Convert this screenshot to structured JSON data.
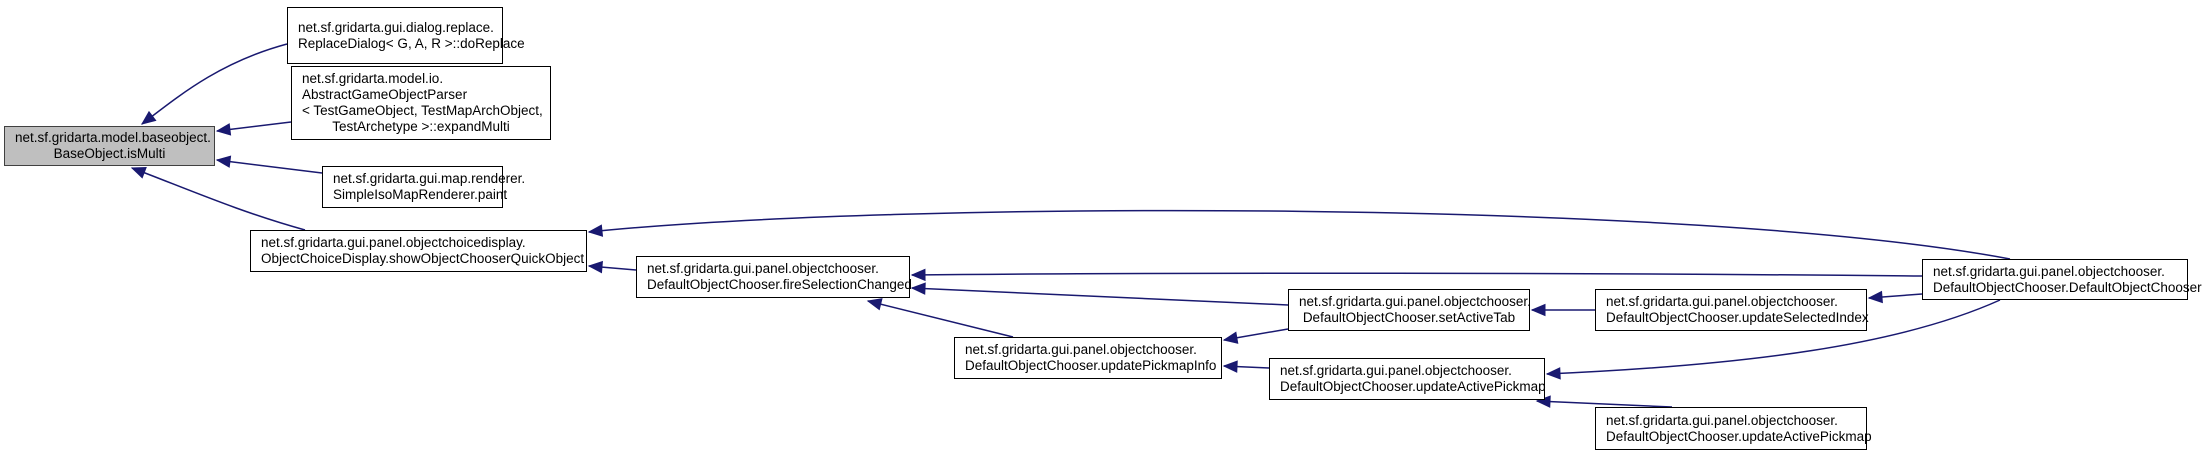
{
  "colors": {
    "edge": "#191970",
    "current_fill": "#bfbfbf"
  },
  "nodes": [
    {
      "id": "isMulti",
      "lines": [
        "net.sf.gridarta.model.baseobject.",
        "BaseObject.isMulti"
      ],
      "current": true
    },
    {
      "id": "doReplace",
      "lines": [
        "net.sf.gridarta.gui.dialog.replace.",
        "ReplaceDialog< G, A, R >::doReplace"
      ]
    },
    {
      "id": "expandMulti",
      "lines": [
        "net.sf.gridarta.model.io.",
        "AbstractGameObjectParser",
        "< TestGameObject, TestMapArchObject,",
        "TestArchetype >::expandMulti"
      ]
    },
    {
      "id": "paint",
      "lines": [
        "net.sf.gridarta.gui.map.renderer.",
        "SimpleIsoMapRenderer.paint"
      ]
    },
    {
      "id": "showQuick",
      "lines": [
        "net.sf.gridarta.gui.panel.objectchoicedisplay.",
        "ObjectChoiceDisplay.showObjectChooserQuickObject"
      ]
    },
    {
      "id": "fireSel",
      "lines": [
        "net.sf.gridarta.gui.panel.objectchooser.",
        "DefaultObjectChooser.fireSelectionChanged"
      ]
    },
    {
      "id": "updPickInfo",
      "lines": [
        "net.sf.gridarta.gui.panel.objectchooser.",
        "DefaultObjectChooser.updatePickmapInfo"
      ]
    },
    {
      "id": "setActiveTab",
      "lines": [
        "net.sf.gridarta.gui.panel.objectchooser.",
        "DefaultObjectChooser.setActiveTab"
      ]
    },
    {
      "id": "updActPick1",
      "lines": [
        "net.sf.gridarta.gui.panel.objectchooser.",
        "DefaultObjectChooser.updateActivePickmap"
      ]
    },
    {
      "id": "updSelIdx",
      "lines": [
        "net.sf.gridarta.gui.panel.objectchooser.",
        "DefaultObjectChooser.updateSelectedIndex"
      ]
    },
    {
      "id": "ctor",
      "lines": [
        "net.sf.gridarta.gui.panel.objectchooser.",
        "DefaultObjectChooser.DefaultObjectChooser"
      ]
    },
    {
      "id": "updActPick2",
      "lines": [
        "net.sf.gridarta.gui.panel.objectchooser.",
        "DefaultObjectChooser.updateActivePickmap"
      ]
    }
  ],
  "edges": [
    {
      "from": "doReplace",
      "to": "isMulti"
    },
    {
      "from": "expandMulti",
      "to": "isMulti"
    },
    {
      "from": "paint",
      "to": "isMulti"
    },
    {
      "from": "showQuick",
      "to": "isMulti"
    },
    {
      "from": "ctor",
      "to": "showQuick"
    },
    {
      "from": "fireSel",
      "to": "showQuick"
    },
    {
      "from": "ctor",
      "to": "fireSel"
    },
    {
      "from": "setActiveTab",
      "to": "fireSel"
    },
    {
      "from": "updPickInfo",
      "to": "fireSel"
    },
    {
      "from": "setActiveTab",
      "to": "updPickInfo"
    },
    {
      "from": "updActPick1",
      "to": "updPickInfo"
    },
    {
      "from": "updSelIdx",
      "to": "setActiveTab"
    },
    {
      "from": "ctor",
      "to": "updSelIdx"
    },
    {
      "from": "ctor",
      "to": "updActPick1"
    },
    {
      "from": "updActPick2",
      "to": "updActPick1"
    }
  ]
}
